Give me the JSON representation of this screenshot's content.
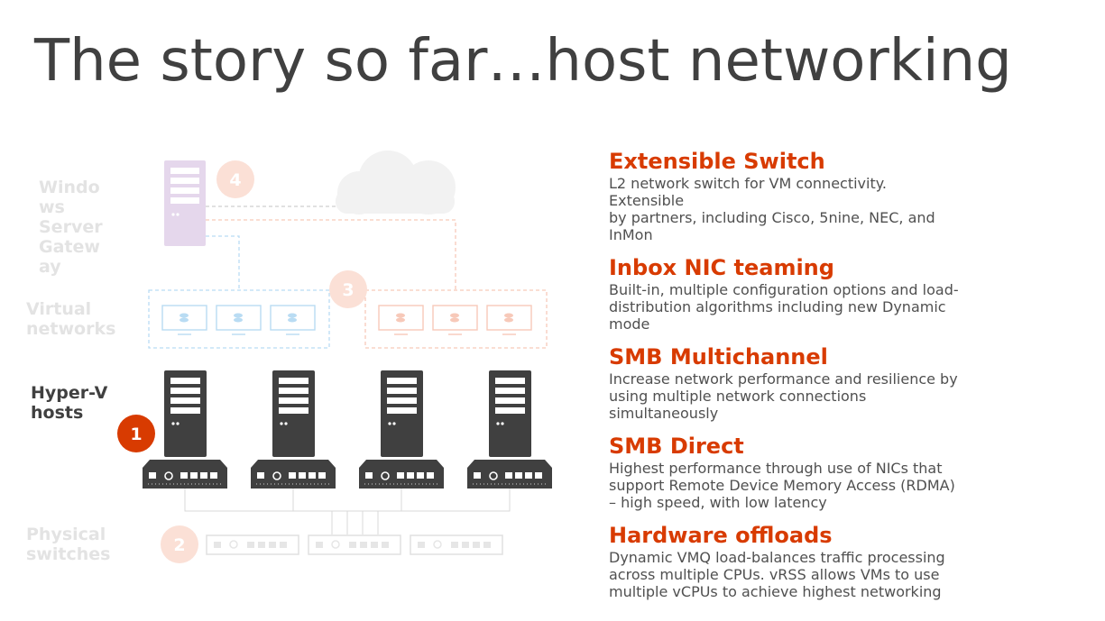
{
  "slide": {
    "title": "The story so far…host networking"
  },
  "diagram": {
    "labels": {
      "gateway": "Windo ws Server Gatew ay",
      "virtual_networks": "Virtual networks",
      "hyperv_hosts": "Hyper-V hosts",
      "physical_switches": "Physical switches"
    },
    "badges": [
      "1",
      "2",
      "3",
      "4"
    ],
    "colors": {
      "accent": "#d83b01",
      "dark": "#404040",
      "faded_red": "#fbe0d6",
      "faded_blue": "#b9dcf3",
      "faded_purple": "#e5d7ec",
      "faded_gray": "#e0e0e0"
    }
  },
  "features": [
    {
      "title": "Extensible Switch",
      "lines": [
        "L2 network switch for VM connectivity.",
        "Extensible",
        "by partners, including Cisco, 5nine, NEC, and",
        "InMon"
      ]
    },
    {
      "title": "Inbox NIC teaming",
      "lines": [
        "Built-in, multiple configuration options and load-",
        "distribution algorithms including new Dynamic",
        "mode"
      ]
    },
    {
      "title": "SMB Multichannel",
      "lines": [
        "Increase network performance and resilience by",
        "using multiple network connections",
        "simultaneously"
      ]
    },
    {
      "title": "SMB Direct",
      "lines": [
        "Highest performance through use of NICs that",
        "support Remote Device Memory Access (RDMA)",
        "– high speed, with low latency"
      ]
    },
    {
      "title": "Hardware offloads",
      "lines": [
        "Dynamic VMQ load-balances traffic processing",
        "across multiple CPUs. vRSS allows VMs to use",
        "multiple vCPUs to achieve highest networking"
      ]
    }
  ]
}
